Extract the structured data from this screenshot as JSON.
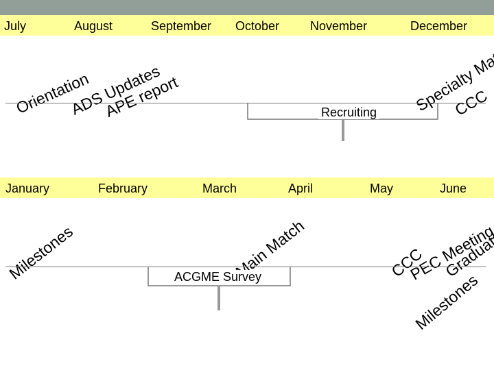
{
  "timeline": {
    "row1": {
      "months": [
        "July",
        "August",
        "September",
        "October",
        "November",
        "December"
      ],
      "events": {
        "orientation": "Orientation",
        "ads_updates": "ADS Updates",
        "ape_report": "APE report",
        "specialty_match": "Specialty Match",
        "ccc": "CCC"
      },
      "brace_label": "Recruiting"
    },
    "row2": {
      "months": [
        "January",
        "February",
        "March",
        "April",
        "May",
        "June"
      ],
      "events": {
        "milestones_jan": "Milestones",
        "main_match": "Main Match",
        "ccc": "CCC",
        "pec_meeting": "PEC Meeting",
        "graduation": "Graduation",
        "milestones_jun": "Milestones"
      },
      "brace_label": "ACGME Survey"
    }
  },
  "colors": {
    "band": "#ffff99",
    "top_bar": "#929e98",
    "line": "#777777"
  }
}
